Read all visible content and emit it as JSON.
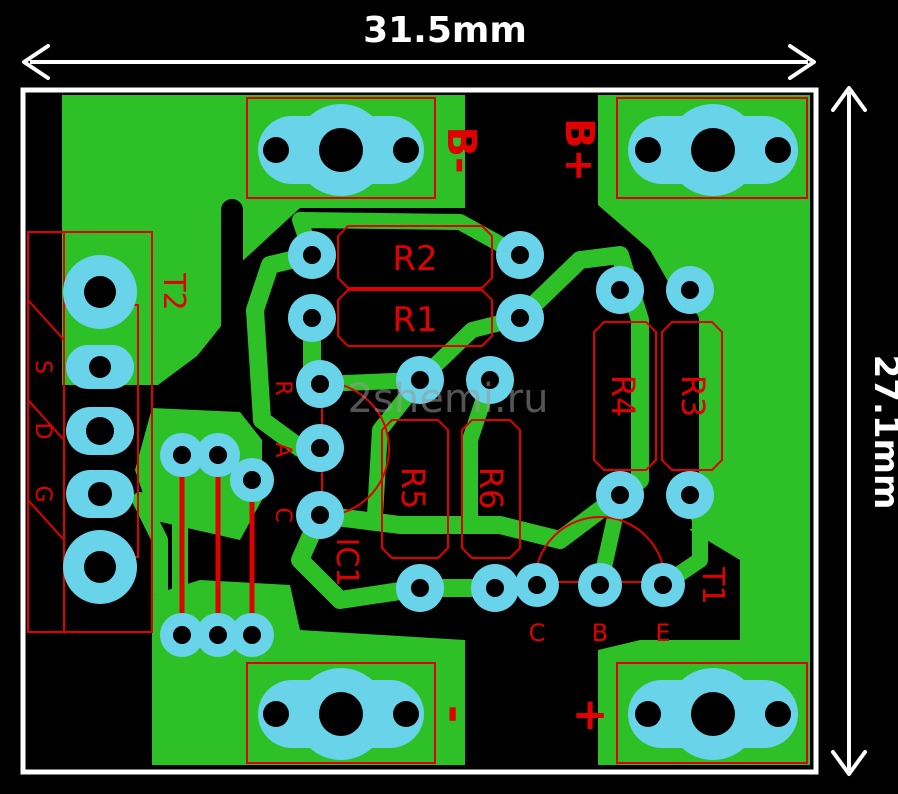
{
  "dimensions": {
    "width_label": "31.5mm",
    "height_label": "27.1mm"
  },
  "components": {
    "r1": "R1",
    "r2": "R2",
    "r3": "R3",
    "r4": "R4",
    "r5": "R5",
    "r6": "R6",
    "t1": "T1",
    "t2": "T2",
    "ic1": "IC1"
  },
  "terminals": {
    "b_minus": "B-",
    "b_plus": "B+",
    "out_minus": "-",
    "out_plus": "+"
  },
  "pins": {
    "t1": [
      "C",
      "B",
      "E"
    ],
    "ic1": [
      "R",
      "A",
      "C"
    ],
    "t2": [
      "S",
      "D",
      "G"
    ]
  },
  "watermark": "2shemi.ru",
  "colors": {
    "copper": "#2ec127",
    "pad": "#69d3ea",
    "silkscreen": "#e00000",
    "background": "#000000",
    "border": "#ffffff"
  }
}
